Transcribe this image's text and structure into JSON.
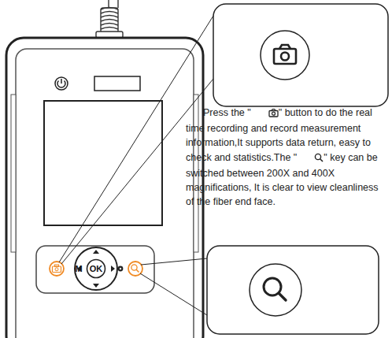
{
  "diagram": {
    "labels": [
      "Press the \"",
      "\" button to do the real time recording and record measurement information,It supports data return, easy to check and statistics.The \"",
      "\" key can be switched between 200X and 400X magnifications, It is clear to view cleanliness of the fiber end face.",
      "M",
      "OK"
    ]
  }
}
